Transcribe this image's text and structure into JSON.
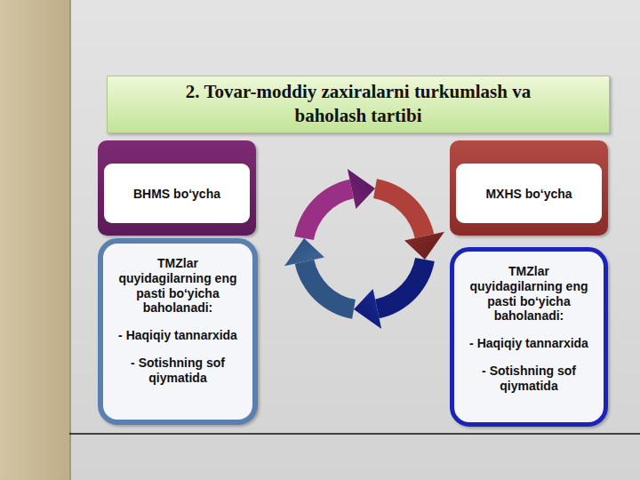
{
  "diagram": {
    "title": "2. Tovar-moddiy zaxiralarni turkumlash va baholash tartibi",
    "nodes": [
      {
        "text": [
          "BHMS bo‘ycha"
        ]
      },
      {
        "text": [
          "MXHS bo‘ycha"
        ]
      },
      {
        "text": [
          "TMZlar quyidagilarning eng pasti bo‘yicha baholanadi:",
          "- Haqiqiy tannarxida",
          "- Sotishning sof qiymatida"
        ]
      },
      {
        "text": [
          "TMZlar quyidagilarning eng pasti bo‘yicha baholanadi:",
          "- Haqiqiy tannarxida",
          "- Sotishning sof qiymatida"
        ]
      }
    ]
  }
}
